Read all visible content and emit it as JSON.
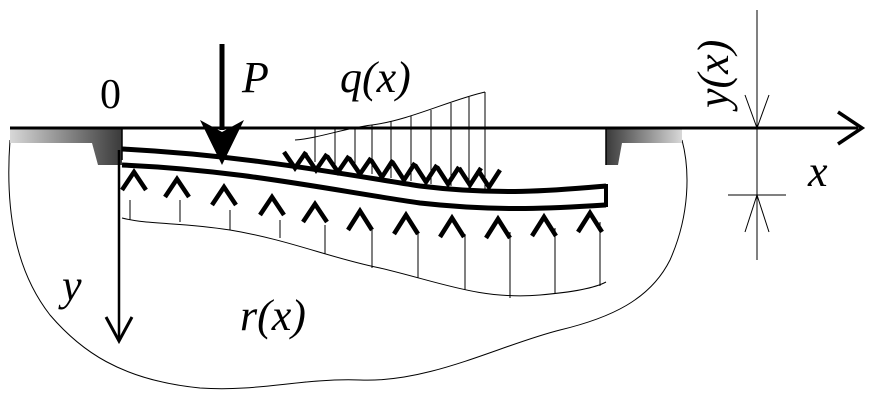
{
  "labels": {
    "origin": "0",
    "force": "P",
    "distributed_load": "q(x)",
    "deflection": "y(x)",
    "x_axis": "x",
    "y_axis": "y",
    "reaction": "r(x)"
  },
  "colors": {
    "ink": "#000000",
    "support_dark": "#3a3a3a",
    "support_light": "#d8d8d8",
    "background": "#ffffff"
  }
}
